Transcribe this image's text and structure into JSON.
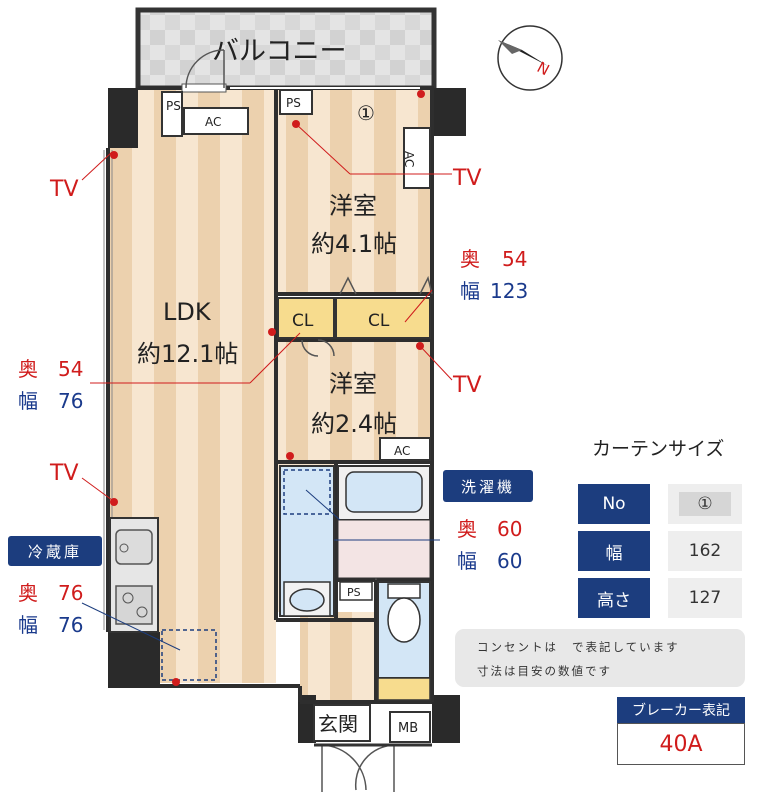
{
  "rooms": {
    "balcony": "バルコニー",
    "ldk_name": "LDK",
    "ldk_size": "約12.1帖",
    "western1_name": "洋室",
    "western1_size": "約4.1帖",
    "western2_name": "洋室",
    "western2_size": "約2.4帖",
    "entrance": "玄関"
  },
  "fixtures": {
    "ps": "PS",
    "ac": "AC",
    "cl": "CL",
    "mb": "MB",
    "ps_small": "PS",
    "window_number": "①"
  },
  "markers": {
    "tv": "TV",
    "depth_label": "奥",
    "width_label": "幅"
  },
  "dimensions": {
    "ldk_curtain": {
      "depth": "54",
      "width": "76"
    },
    "closet_curtain": {
      "depth": "54",
      "width": "123"
    },
    "fridge": {
      "depth": "76",
      "width": "76"
    },
    "washer": {
      "depth": "60",
      "width": "60"
    }
  },
  "tags": {
    "fridge": "冷蔵庫",
    "washer": "洗濯機"
  },
  "curtain_table": {
    "title": "カーテンサイズ",
    "rows": [
      {
        "label": "No",
        "value": "①"
      },
      {
        "label": "幅",
        "value": "162"
      },
      {
        "label": "高さ",
        "value": "127"
      }
    ]
  },
  "notes": {
    "line1_pre": "コンセントは",
    "line1_post": "で表記しています",
    "line2": "寸法は目安の数値です"
  },
  "breaker": {
    "label": "ブレーカー表記",
    "value": "40A"
  },
  "compass": {
    "north": "N"
  },
  "colors": {
    "floor_light": "#f7e6d0",
    "floor_dark": "#ecd0ad",
    "accent_navy": "#1c3d7e",
    "marker_red": "#d01c1c",
    "closet_yellow": "#f7dc8e",
    "bath_blue": "#d3e6f6"
  }
}
